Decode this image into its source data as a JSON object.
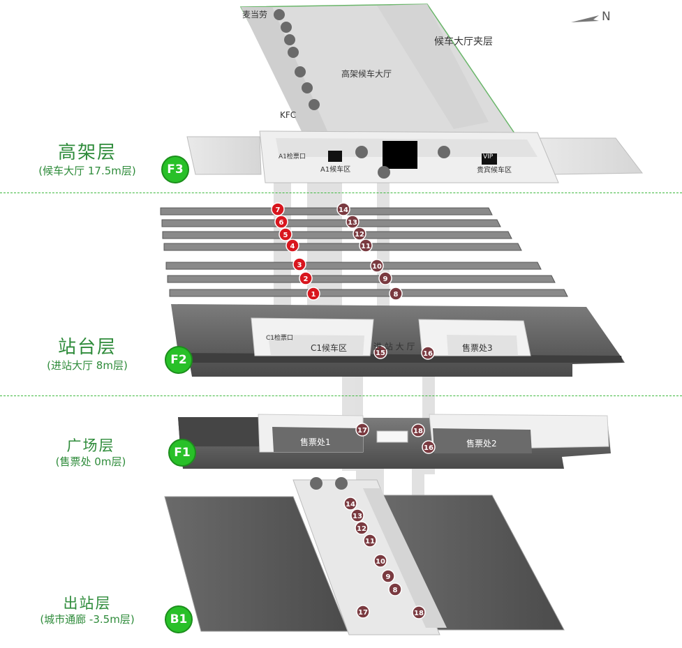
{
  "compass_label": "N",
  "floors": [
    {
      "id": "f3",
      "badge": "F3",
      "name": "高架层",
      "sub": "(候车大厅 17.5m层)"
    },
    {
      "id": "f2",
      "badge": "F2",
      "name": "站台层",
      "sub": "(进站大厅 8m层)"
    },
    {
      "id": "f1",
      "badge": "F1",
      "name": "广场层",
      "sub": "(售票处 0m层)"
    },
    {
      "id": "b1",
      "badge": "B1",
      "name": "出站层",
      "sub": "(城市通廊 -3.5m层)"
    }
  ],
  "labels": {
    "mcdonalds": "麦当劳",
    "mezzanine": "候车大厅夹层",
    "waiting_hall": "高架候车大厅",
    "kfc": "KFC",
    "a1_waiting": "A1候车区",
    "a1_gate": "A1检票口",
    "vip": "VIP",
    "vip_room": "贵宾候车区",
    "c1_waiting": "C1候车区",
    "c1_gate": "C1检票口",
    "entrance_hall": "进 站 大 厅",
    "ticket3": "售票处3",
    "ticket1": "售票处1",
    "ticket2": "售票处2"
  },
  "platform_numbers": {
    "left_red": [
      "7",
      "6",
      "5",
      "4",
      "3",
      "2",
      "1"
    ],
    "right_brown": [
      "14",
      "13",
      "12",
      "11",
      "10",
      "9",
      "8"
    ],
    "f2_markers": [
      "15",
      "16"
    ],
    "f1_markers": [
      "17",
      "18",
      "16"
    ],
    "b1_left": [
      "14",
      "13",
      "12",
      "11",
      "10",
      "9",
      "8",
      "17"
    ],
    "b1_right": [
      "18"
    ]
  },
  "colors": {
    "green_badge": "#28c028",
    "title_green": "#2e8b3a",
    "red_marker": "#d8161e",
    "brown_marker": "#7a3a40",
    "floor_dark": "#5e5e5e",
    "floor_light": "#e6e6e6"
  }
}
